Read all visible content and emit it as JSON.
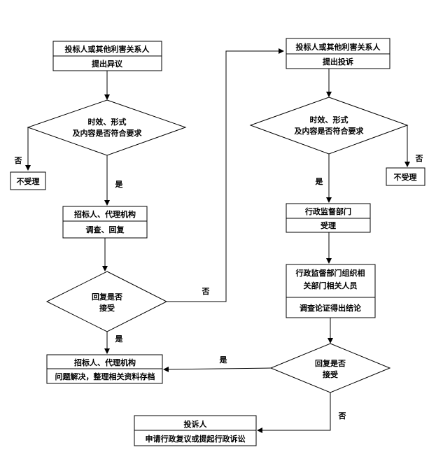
{
  "left_flow": {
    "objection_box": {
      "line1": "投标人或其他利害关系人",
      "line2": "提出异议"
    },
    "check_diamond": {
      "line1": "时效、形式",
      "line2": "及内容是否符合要求"
    },
    "reject_label": "否",
    "reject_box": "不受理",
    "accept_label": "是",
    "investigate_box": {
      "line1": "招标人、代理机构",
      "line2": "调查、回复"
    },
    "reply_diamond": {
      "line1": "回复是否",
      "line2": "接受"
    },
    "reply_no_label": "否",
    "reply_yes_label": "是",
    "archive_box": {
      "line1": "招标人、代理机构",
      "line2": "问题解决，整理相关资料存档"
    }
  },
  "right_flow": {
    "complaint_box": {
      "line1": "投标人或其他利害关系人",
      "line2": "提出投诉"
    },
    "check_diamond": {
      "line1": "时效、形式",
      "line2": "及内容是否符合要求"
    },
    "reject_label": "否",
    "reject_box": "不受理",
    "accept_label": "是",
    "admin_box": {
      "line1": "行政监督部门",
      "line2": "受理"
    },
    "organize_box": {
      "line1": "行政监督部门组织相",
      "line2": "关部门相关人员",
      "line3": "调查论证得出结论"
    },
    "reply_diamond": {
      "line1": "回复是否",
      "line2": "接受"
    },
    "reply_yes_label": "是",
    "reply_no_label": "否",
    "final_box": {
      "line1": "投诉人",
      "line2": "申请行政复议或提起行政诉讼"
    }
  }
}
